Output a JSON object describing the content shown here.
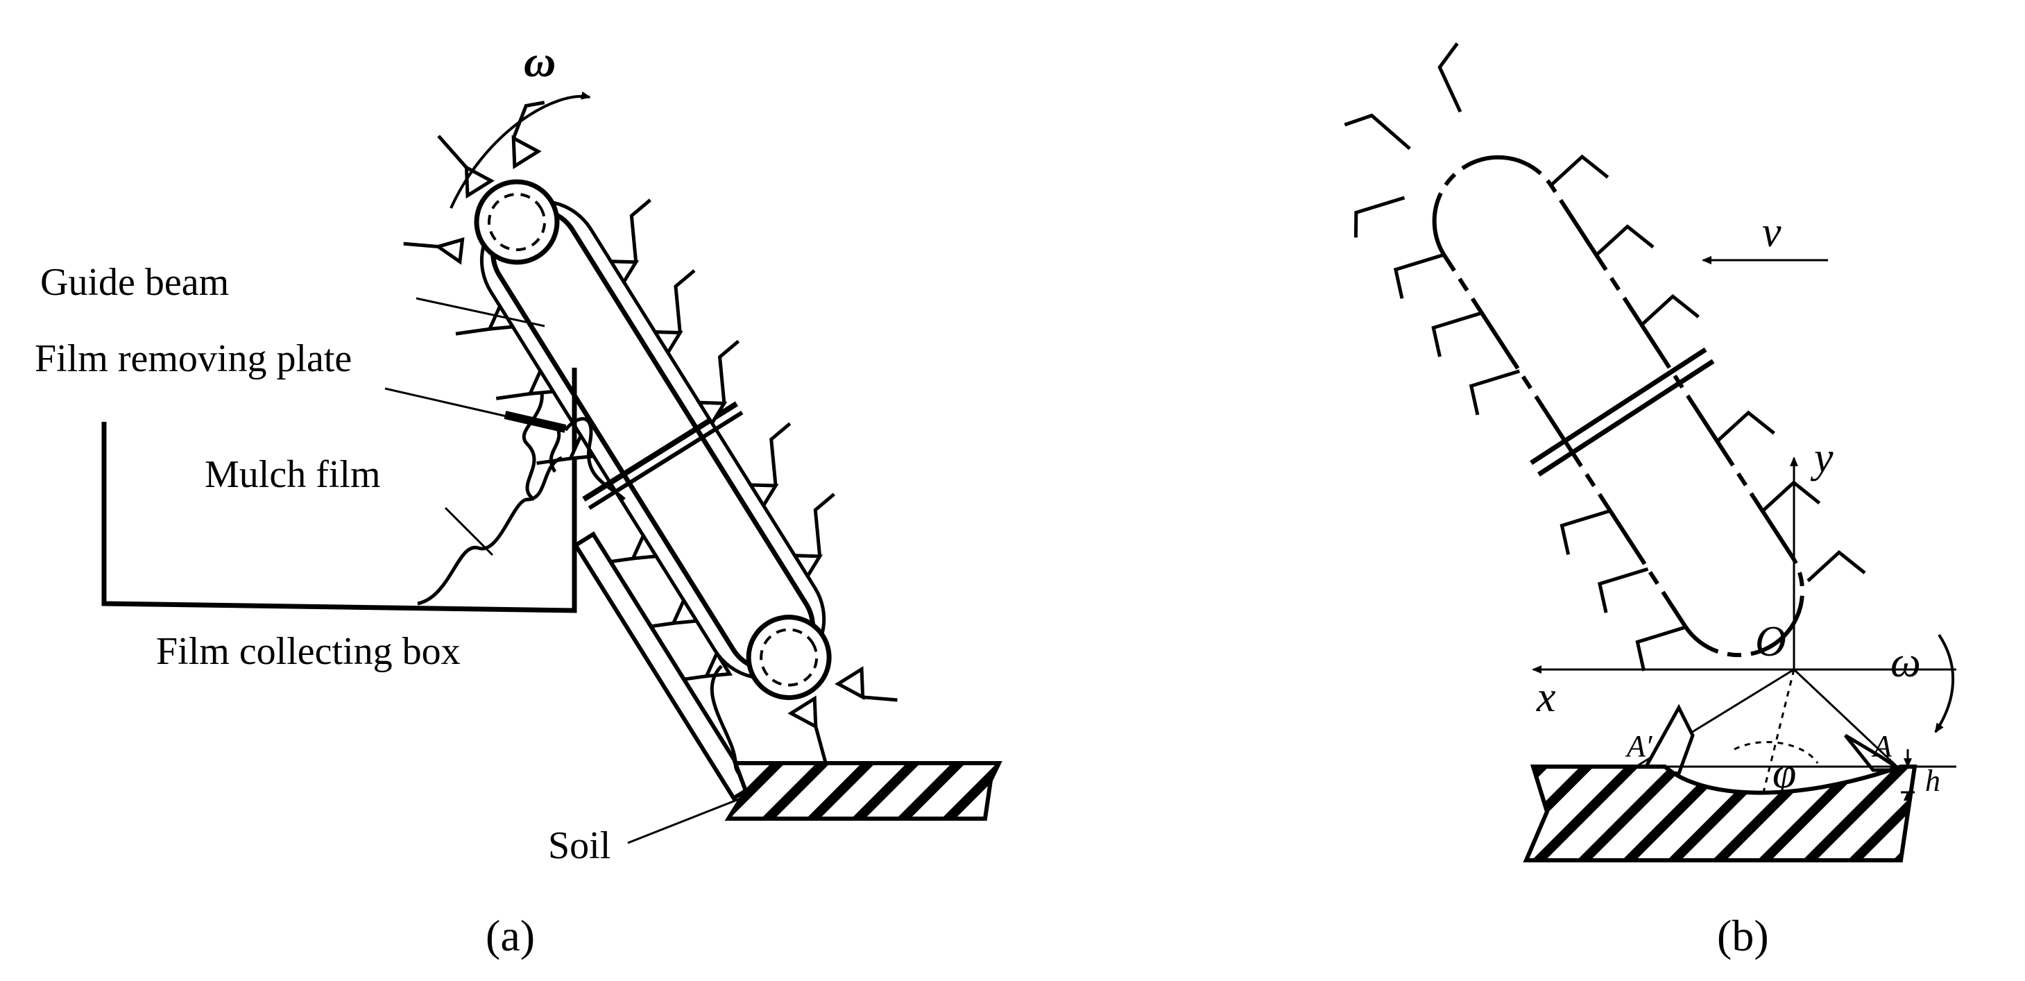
{
  "panel_a": {
    "caption": "(a)",
    "labels": {
      "guide_beam": "Guide beam",
      "film_removing_plate": "Film removing plate",
      "mulch_film": "Mulch film",
      "film_collecting_box": "Film collecting box",
      "soil": "Soil"
    },
    "symbols": {
      "omega": "ω"
    }
  },
  "panel_b": {
    "caption": "(b)",
    "symbols": {
      "velocity": "v",
      "omega": "ω",
      "y_axis": "y",
      "x_axis": "x",
      "origin": "O",
      "point_a": "A",
      "point_a_prime": "A′",
      "angle": "φ",
      "depth": "h"
    }
  }
}
